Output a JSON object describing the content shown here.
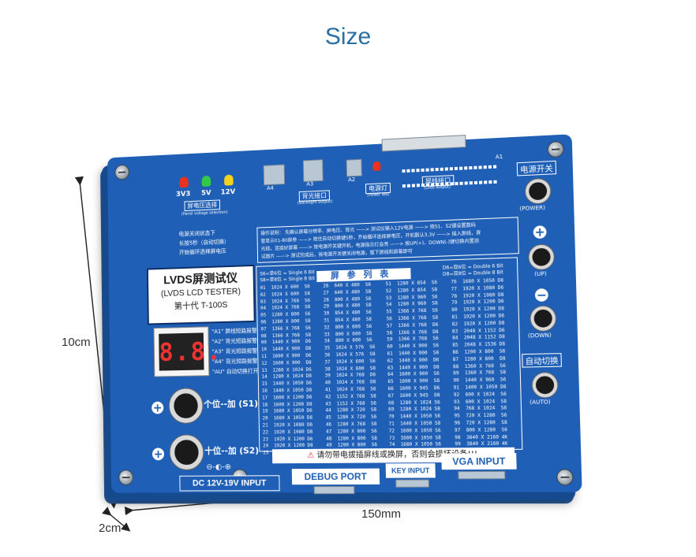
{
  "heading": "Size",
  "dimensions": {
    "height": "10cm",
    "width": "150mm",
    "depth": "2cm"
  },
  "board": {
    "led_labels": [
      "3V3",
      "5V",
      "12V"
    ],
    "led_colors": [
      "#e8321e",
      "#35c94a",
      "#f2d21a"
    ],
    "panel_voltage_cn": "屏电压选择",
    "panel_voltage_en": "(Panel voltage selection)",
    "backlight_cn": "背光接口",
    "backlight_en": "(Backlight output)",
    "power_led_cn": "电源灯",
    "power_led_en": "(Power led)",
    "lvds_out_cn": "屏线接口",
    "lvds_out_en": "(Lvds output)",
    "a1": "A1",
    "a2": "A2",
    "a3": "A3",
    "a4": "A4",
    "power_switch_cn": "电源开关",
    "power_label": "(POWER)",
    "up_label": "(UP)",
    "down_label": "(DOWN)",
    "auto_switch_cn": "自动切换",
    "auto_label": "(AUTO)",
    "left_note": [
      "电源关闭状态下",
      "长按5秒（自动切换）",
      "开始循环选择屏电压"
    ],
    "title_line1": "LVDS屏测试仪",
    "title_line2": "(LVDS LCD TESTER)",
    "title_line3": "第十代   T-100S",
    "display_digits": "8.8.",
    "alarm_list": [
      "\"A1\" 屏线短路报警",
      "\"A2\" 背光短路报警",
      "\"A3\" 背光短路报警",
      "\"A4\" 背光短路报警",
      "\"AU\" 自动切换打开"
    ],
    "s1_label": "个位--加 (S1)",
    "s2_label": "十位--加 (S2)",
    "dc_input": "DC 12V-19V INPUT",
    "debug_port": "DEBUG PORT",
    "key_input": "KEY INPUT",
    "vga_input": "VGA INPUT",
    "warning": "请勿带电拔插屏线或换屏，否则会损坏设备!!!",
    "table_title": "屏参列表",
    "s6_note": "S6=单6位 = Single 6 Bit",
    "s8_note": "S8=单8位 = Single 8 Bit",
    "d6_note": "D6=双6位 = Double 6 Bit",
    "d8_note": "D8=双8位 = Double 8 Bit",
    "instructions": [
      "操作说明：  先确认屏幕分辨率、屏电压、背光 ——> 测试仪输入12V电源 ——> 按S1、S2键设置数码",
      "管显示01-80屏参 ——> 按住自动切换键5秒，开始循环选择屏电压，开机默认3.3V ——> 插入屏线，背",
      "光线，连接好屏幕 ——> 按电源开关键开机，电源指示灯会亮 ——> 按UP(+)、DOWN(-)键切换内置测",
      "试图片 ——> 测试完成后，按电源开关键关闭电源，拔下屏线和屏幕即可"
    ],
    "col1": "01  1024 X 600  S6\n02  1024 X 600  S8\n03  1024 X 768  S6\n04  1024 X 768  S8\n05  1280 X 800  S6\n06  1280 X 800  S8\n07  1366 X 768  S6\n08  1366 X 768  S8\n09  1440 X 900  D6\n10  1440 X 900  D8\n11  1600 X 900  D6\n12  1600 X 900  D8\n13  1280 X 1024 D6\n14  1280 X 1024 D8\n15  1440 X 1050 D6\n16  1440 X 1050 D8\n17  1600 X 1200 D6\n18  1600 X 1200 D8\n19  1680 X 1050 D6\n20  1680 X 1050 D8\n21  1920 X 1080 D6\n22  1920 X 1080 D8\n23  1920 X 1200 D6\n24  1920 X 1200 D8\n25  1920 X 1200 D8",
    "col2": "26  640 X 480  S6\n27  640 X 480  S8\n28  800 X 480  S6\n29  800 X 480  S8\n30  854 X 480  S6\n31  854 X 480  S8\n32  800 X 600  S6\n33  800 X 600  S8\n34  800 X 600  S6\n35  1024 X 576  S6\n36  1024 X 576  S8\n37  1024 X 600  S6\n38  1024 X 600  S8\n39  1024 X 768  D6\n40  1024 X 768  D8\n41  1024 X 768  S6\n42  1152 X 768  S8\n43  1152 X 768  S6\n44  1280 X 720  S8\n45  1280 X 720  S6\n46  1280 X 768  S8\n47  1280 X 800  S6\n48  1280 X 800  S8\n49  1280 X 800  S6\n50  1280 X 800  S8",
    "col3": "51  1280 X 854  S6\n52  1280 X 854  S8\n53  1280 X 960  S6\n54  1280 X 960  S8\n55  1366 X 768  S6\n56  1366 X 768  S8\n57  1366 X 768  D6\n58  1366 X 768  D8\n59  1366 X 768  S6\n60  1440 X 900  S6\n61  1440 X 900  S8\n62  1440 X 900  D6\n63  1440 X 900  D8\n64  1600 X 900  S6\n65  1600 X 900  S8\n66  1600 X 945  D6\n67  1600 X 945  D8\n68  1280 X 1024 S6\n69  1280 X 1024 S8\n70  1440 X 1050 S6\n71  1440 X 1050 S8\n72  1600 X 1050 S6\n73  1600 X 1050 S8\n74  1680 X 1050 S6\n75  1680 X 1050 S8",
    "col4": "76  1680 X 1050 D8\n77  1920 X 1080 D6\n78  1920 X 1080 D8\n79  1920 X 1200 D6\n80  1920 X 1200 D8\n81  1920 X 1200 D6\n82  1920 X 1200 D8\n83  2048 X 1152 D6\n84  2048 X 1152 D8\n85  2048 X 1536 D8\n86  1200 X 800  S6\n87  1280 X 800  D8\n88  1360 X 768  S6\n89  1360 X 768  S8\n90  1440 X 960  S6\n91  1400 X 1050 D8\n92  600 X 1024  S6\n93  600 X 1024  S8\n94  768 X 1024  S6\n95  720 X 1280  S6\n96  720 X 1280  S8\n97  800 X 1280  S6\n98  3840 X 2160 4K\n99  3840 X 2160 4K",
    "pcb_color": "#1f5fb5",
    "warn_icon": "warning-triangle-icon"
  }
}
